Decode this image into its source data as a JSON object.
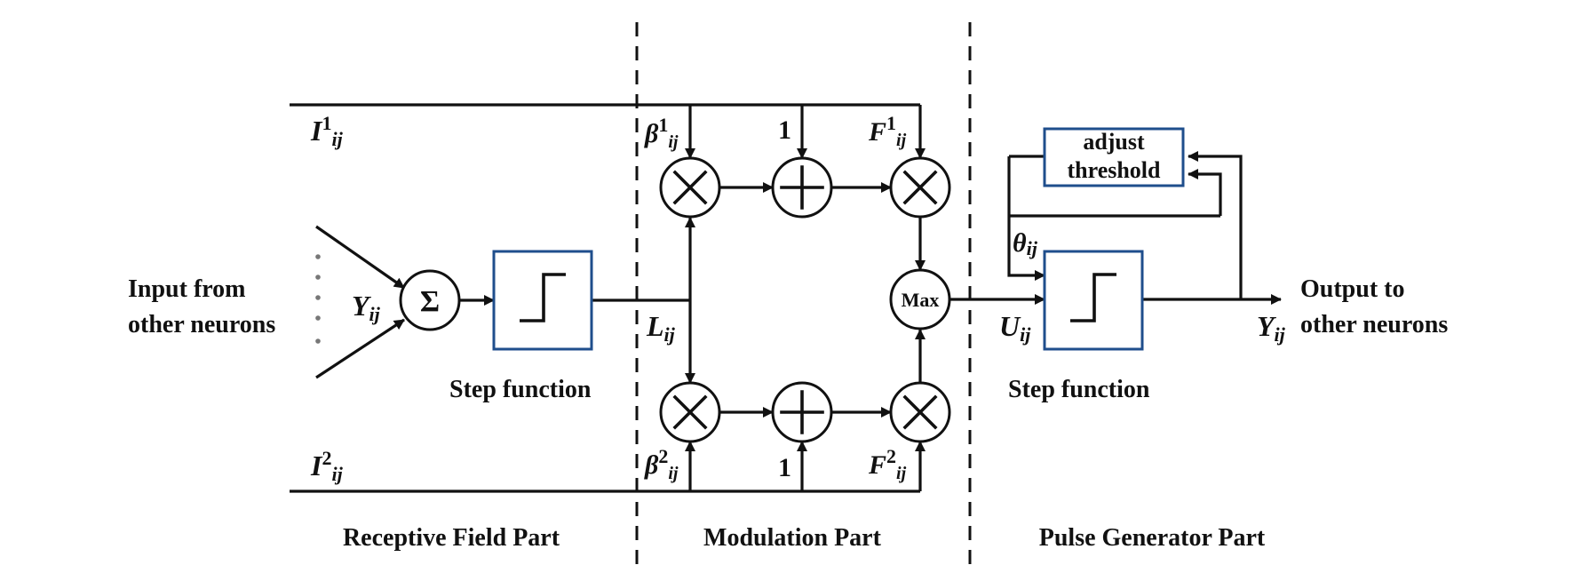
{
  "colors": {
    "line": "#111111",
    "box_border": "#1f4e8c"
  },
  "variables": {
    "I1": {
      "base": "I",
      "sup": "1",
      "sub": "ij"
    },
    "I2": {
      "base": "I",
      "sup": "2",
      "sub": "ij"
    },
    "beta1": {
      "base": "β",
      "sup": "1",
      "sub": "ij"
    },
    "beta2": {
      "base": "β",
      "sup": "2",
      "sub": "ij"
    },
    "F1": {
      "base": "F",
      "sup": "1",
      "sub": "ij"
    },
    "F2": {
      "base": "F",
      "sup": "2",
      "sub": "ij"
    },
    "Y_in": {
      "base": "Y",
      "sub": "ij"
    },
    "L": {
      "base": "L",
      "sub": "ij"
    },
    "U": {
      "base": "U",
      "sub": "ij"
    },
    "theta": {
      "base": "θ",
      "sub": "ij"
    },
    "Y_out": {
      "base": "Y",
      "sub": "ij"
    }
  },
  "constants": {
    "one_top": "1",
    "one_bottom": "1"
  },
  "operators": {
    "sum": "Σ",
    "max": "Max"
  },
  "labels": {
    "input_line1": "Input from",
    "input_line2": "other neurons",
    "output_line1": "Output to",
    "output_line2": "other neurons",
    "step_function_left": "Step function",
    "step_function_right": "Step function",
    "adjust_line1": "adjust",
    "adjust_line2": "threshold"
  },
  "sections": {
    "receptive": "Receptive Field Part",
    "modulation": "Modulation Part",
    "pulse": "Pulse Generator Part"
  }
}
